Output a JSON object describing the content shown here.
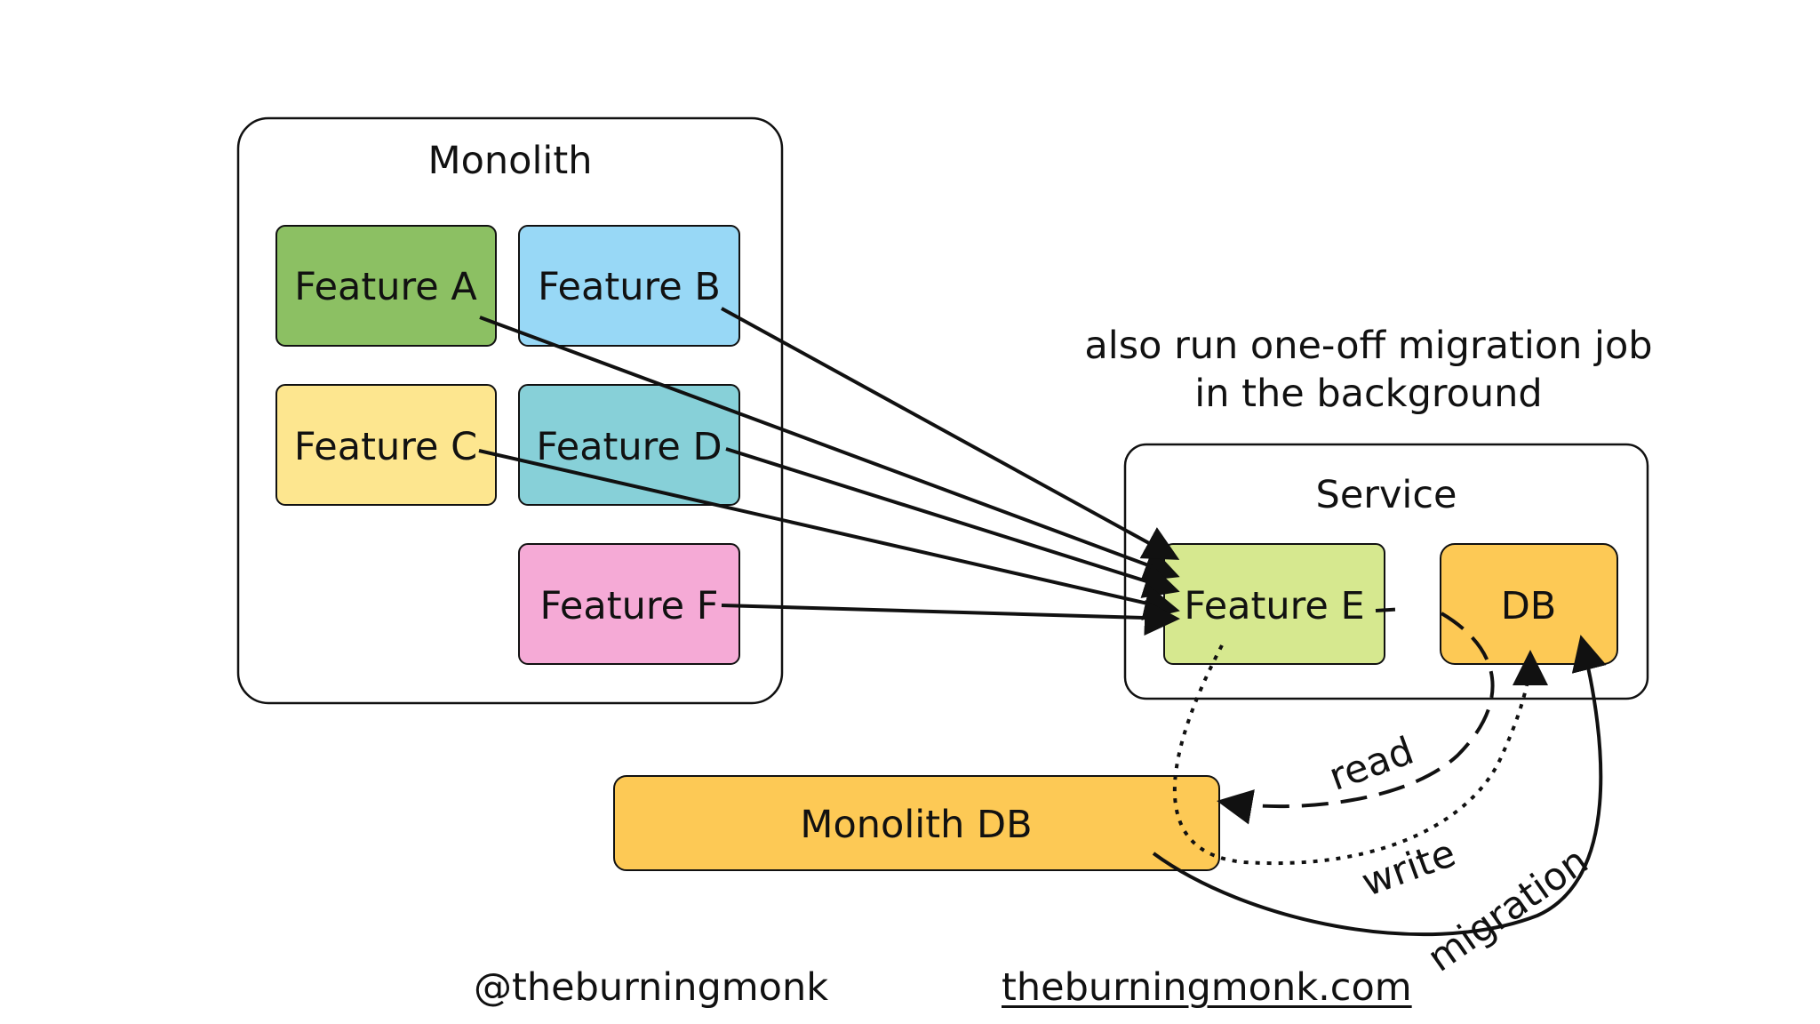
{
  "monolith": {
    "title": "Monolith",
    "features": {
      "a": "Feature A",
      "b": "Feature B",
      "c": "Feature C",
      "d": "Feature D",
      "f": "Feature F"
    }
  },
  "service": {
    "title": "Service",
    "feature": "Feature E",
    "db": "DB"
  },
  "monolith_db": "Monolith DB",
  "note": {
    "line1": "also run one-off migration job",
    "line2": "in the background"
  },
  "edges": {
    "read": "read",
    "write": "write",
    "migration": "migration"
  },
  "footer": {
    "handle": "@theburningmonk",
    "site": "theburningmonk.com"
  },
  "colors": {
    "feature_a": "#8cc063",
    "feature_b": "#98d8f6",
    "feature_c": "#fde68f",
    "feature_d": "#87d0d8",
    "feature_e": "#d6e88f",
    "feature_f": "#f5aad6",
    "db": "#fdc955",
    "stroke": "#111111"
  }
}
